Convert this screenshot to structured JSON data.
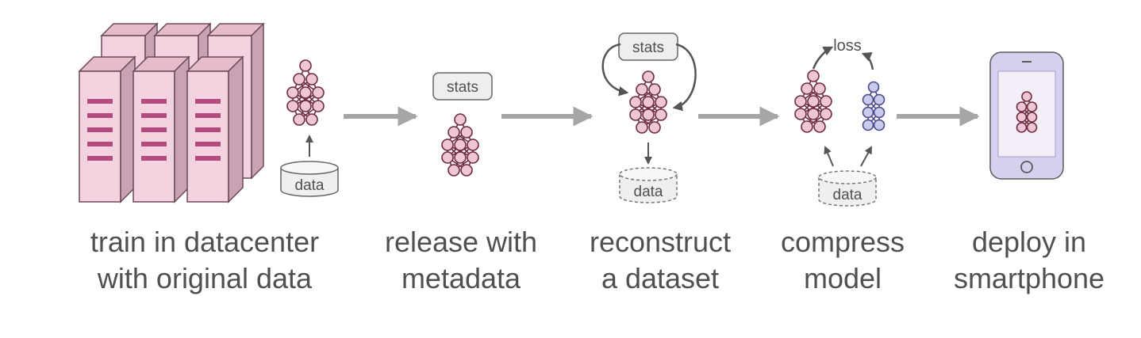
{
  "labels": {
    "data": "data",
    "stats": "stats",
    "loss": "loss"
  },
  "captions": [
    {
      "line1": "train in datacenter",
      "line2": "with original data"
    },
    {
      "line1": "release with",
      "line2": "metadata"
    },
    {
      "line1": "reconstruct",
      "line2": "a dataset"
    },
    {
      "line1": "compress",
      "line2": "model"
    },
    {
      "line1": "deploy in",
      "line2": "smartphone"
    }
  ],
  "colors": {
    "server_fill": "#f2d3df",
    "server_side": "#c9a3b3",
    "server_stripe": "#b34a7e",
    "node_fill": "#eec6d4",
    "node_stroke": "#6e2b43",
    "student_fill": "#c9cbed",
    "student_stroke": "#4a4a8a",
    "arrow": "#a6a6a6",
    "phone_fill": "#d6d0ef",
    "phone_screen": "#f3eef7",
    "label_box": "#eeeeee"
  },
  "icons": [
    "server-rack-icon",
    "neural-network-icon",
    "database-icon",
    "smartphone-icon"
  ]
}
